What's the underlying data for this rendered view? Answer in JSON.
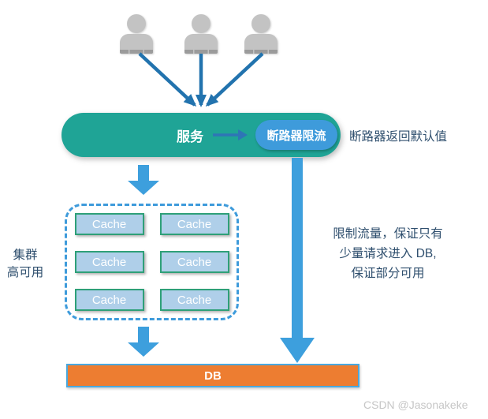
{
  "service_bar": {
    "service_label": "服务",
    "breaker_label": "断路器限流"
  },
  "notes": {
    "breaker_note": "断路器返回默认值",
    "cluster_line1": "集群",
    "cluster_line2": "高可用",
    "flow_line1": "限制流量，保证只有",
    "flow_line2": "少量请求进入 DB,",
    "flow_line3": "保证部分可用"
  },
  "cluster": {
    "cache_nodes": [
      "Cache",
      "Cache",
      "Cache",
      "Cache",
      "Cache",
      "Cache"
    ]
  },
  "db": {
    "label": "DB"
  },
  "watermark": "CSDN @Jasonakeke",
  "icons": {
    "users": "user-icon",
    "fan_in": "fan-in-arrows-icon",
    "right_arrow": "arrow-right-icon",
    "down_arrow": "arrow-down-icon"
  },
  "colors": {
    "service_bar_teal": "#1FA496",
    "breaker_pill_blue": "#3E9BDB",
    "block_arrow_blue": "#3D9FDD",
    "line_arrow_blue": "#2273AE",
    "cache_fill": "#AFCFE9",
    "cache_border": "#2EA078",
    "db_fill": "#ED7D31",
    "db_border": "#4AA8DE",
    "note_text": "#2F4F6E",
    "user_gray": "#C3C3C3"
  }
}
